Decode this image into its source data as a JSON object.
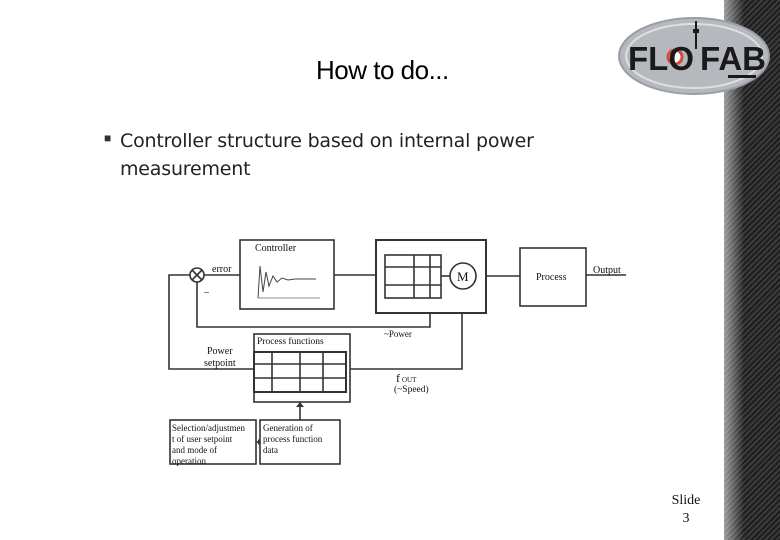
{
  "slide": {
    "title": "How to do...",
    "bullet": "Controller structure based on internal power measurement",
    "slide_label": "Slide",
    "slide_number": "3"
  },
  "logo": {
    "text_left": "FLO",
    "text_right": "FAB"
  },
  "diagram": {
    "controller_label": "Controller",
    "error_label": "error",
    "minus_label": "–",
    "motor_label": "M",
    "process_label": "Process",
    "output_label": "Output",
    "power_feedback_label": "~Power",
    "power_setpoint_line1": "Power",
    "power_setpoint_line2": "setpoint",
    "process_functions_label": "Process functions",
    "fout_label": "f",
    "fout_sub": "OUT",
    "speed_label": "(~Speed)",
    "selection_line1": "Selection/adjustmen",
    "selection_line2": "t of user setpoint",
    "selection_line3": "and mode of",
    "selection_line4": "operation",
    "generation_line1": "Generation of",
    "generation_line2": "process function",
    "generation_line3": "data"
  },
  "colors": {
    "diagram_stroke": "#333333",
    "logo_fill": "#b5b8bd",
    "logo_border": "#d64a3a",
    "logo_text": "#1a1a1a"
  }
}
